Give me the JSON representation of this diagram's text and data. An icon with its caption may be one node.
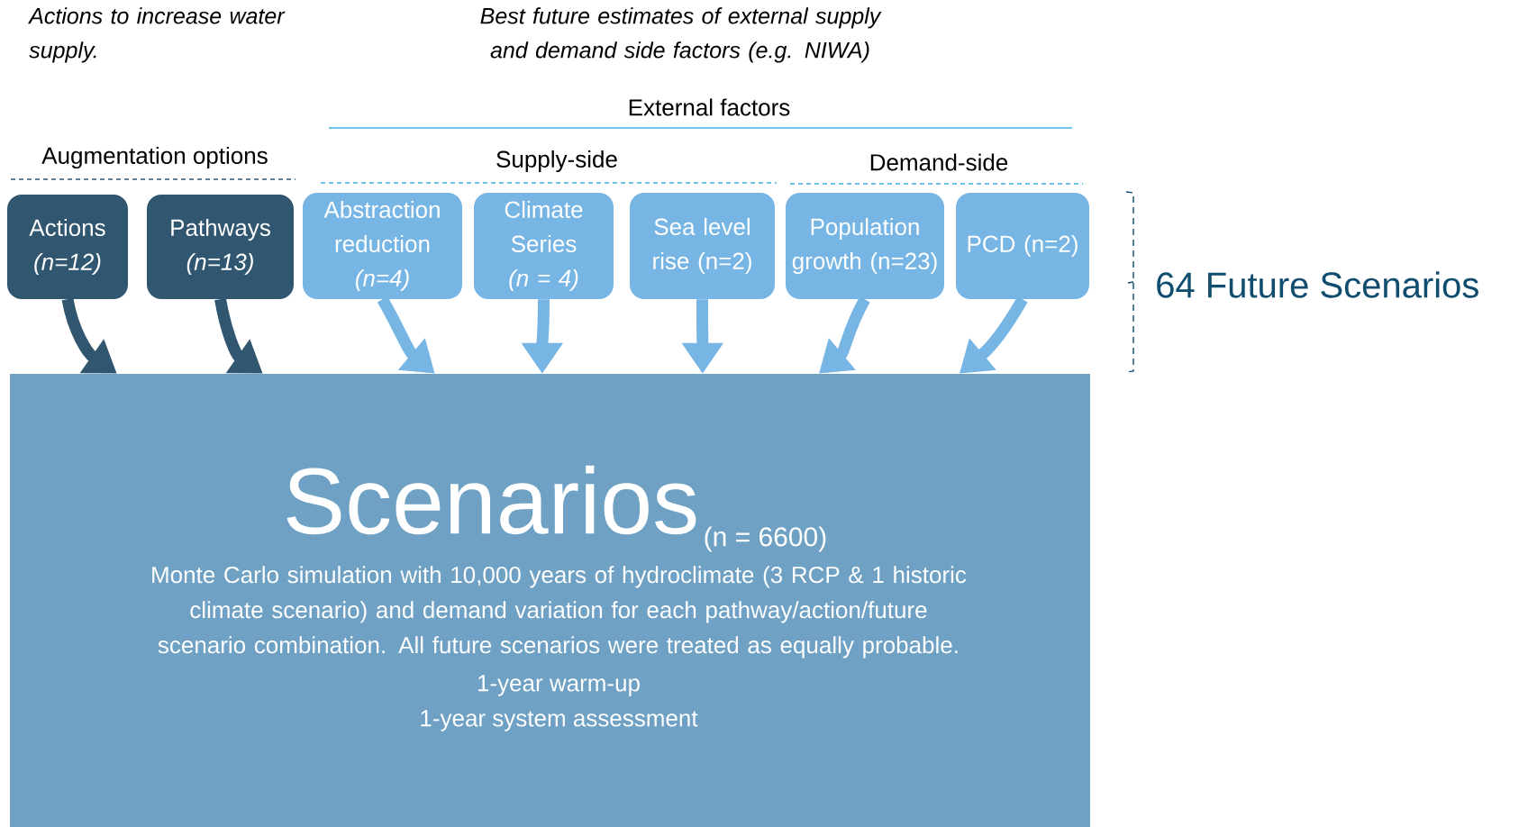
{
  "diagram": {
    "nodes": [
      {
        "text": [
          "Actions *(n=12)*"
        ]
      },
      {
        "text": [
          "Pathways *(n=13)*"
        ]
      },
      {
        "text": [
          "Abstraction reduction *(n=4)*"
        ]
      },
      {
        "text": [
          "Climate Series *(n = 4)*"
        ]
      },
      {
        "text": [
          "Sea level rise (n=2)"
        ]
      },
      {
        "text": [
          "Population growth (n=23)"
        ]
      },
      {
        "text": [
          "PCD (n=2)"
        ]
      },
      {
        "text": [
          "Scenarios",
          "(n = 6600)",
          "Monte Carlo simulation with 10,000 years of hydroclimate (3 RCP & 1 historic climate scenario) and demand variation for each pathway/action/future scenario combination. All future scenarios were treated as equally probable.",
          "1-year warm-up",
          "1-year system assessment"
        ]
      }
    ],
    "edges": [
      {
        "from": 0,
        "to": 7,
        "arrow": "to",
        "color": "#305670"
      },
      {
        "from": 1,
        "to": 7,
        "arrow": "to",
        "color": "#305670"
      },
      {
        "from": 2,
        "to": 7,
        "arrow": "to"
      },
      {
        "from": 3,
        "to": 7,
        "arrow": "to"
      },
      {
        "from": 4,
        "to": 7,
        "arrow": "to"
      },
      {
        "from": 5,
        "to": 7,
        "arrow": "to"
      },
      {
        "from": 6,
        "to": 7,
        "arrow": "to"
      }
    ],
    "labels": [
      "Actions to increase water supply.",
      "Best future estimates of external supply and demand side factors (e.g. NIWA)",
      "External factors",
      "Augmentation options",
      "Supply-side",
      "Demand-side",
      "64 Future Scenarios"
    ]
  }
}
